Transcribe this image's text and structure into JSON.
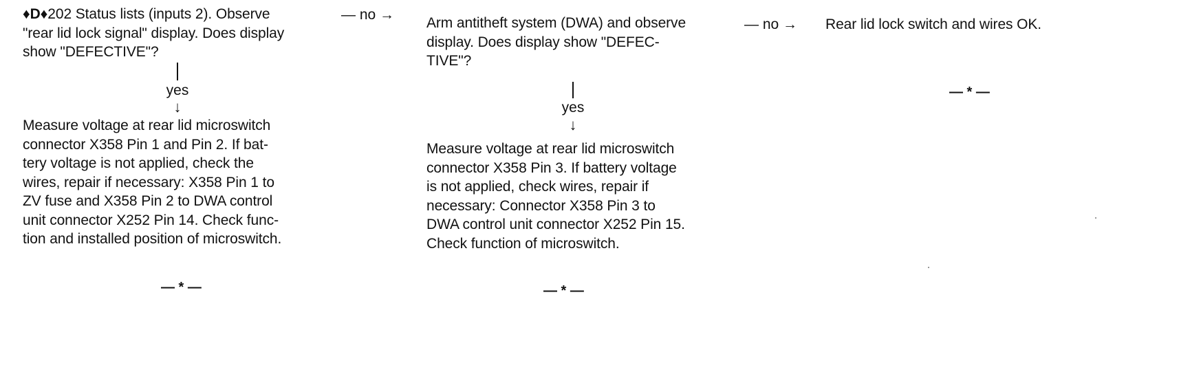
{
  "step1": {
    "lead": "♦D♦",
    "question": "202 Status lists (inputs 2). Observe\n\"rear lid lock signal\" display. Does display\nshow \"DEFECTIVE\"?"
  },
  "arrow1": {
    "label": "— no →"
  },
  "step1_yes": {
    "label": "yes",
    "arrow": "↓"
  },
  "step1_action": {
    "text": "Measure voltage at rear lid microswitch\nconnector X358 Pin 1 and Pin 2. If bat-\ntery voltage is not applied, check the\nwires, repair if necessary: X358 Pin 1 to\nZV fuse and X358 Pin 2 to DWA control\nunit connector X252 Pin 14. Check func-\ntion and installed position of microswitch.",
    "end": "— * —"
  },
  "step2": {
    "question": "Arm antitheft system (DWA) and observe\ndisplay. Does display show \"DEFEC-\nTIVE\"?"
  },
  "arrow2": {
    "label": "— no →"
  },
  "step2_yes": {
    "label": "yes",
    "arrow": "↓"
  },
  "step2_action": {
    "text": "Measure voltage at rear lid microswitch\nconnector X358 Pin 3. If battery voltage\nis not applied, check wires, repair if\nnecessary: Connector X358 Pin 3 to\nDWA control unit connector X252 Pin 15.\nCheck function of microswitch.",
    "end": "— * —"
  },
  "step3": {
    "result": "Rear lid lock switch and wires OK.",
    "end": "— * —"
  }
}
